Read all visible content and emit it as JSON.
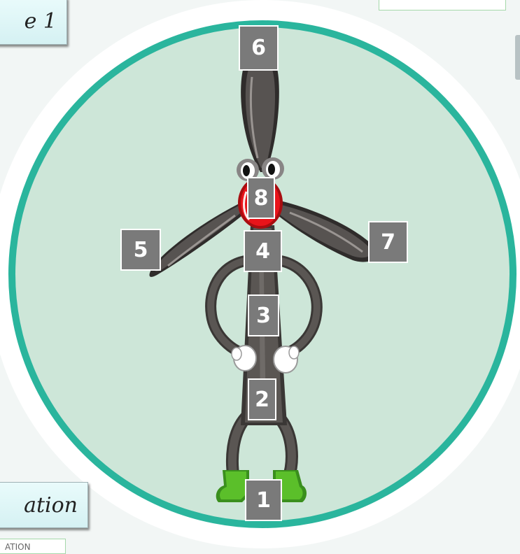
{
  "stage_buttons": {
    "top_left_label": "e 1",
    "bottom_left_label": "ation"
  },
  "bottom_frame": {
    "text": "ATION"
  },
  "labels": [
    {
      "id": "1",
      "text": "1"
    },
    {
      "id": "2",
      "text": "2"
    },
    {
      "id": "3",
      "text": "3"
    },
    {
      "id": "4",
      "text": "4"
    },
    {
      "id": "5",
      "text": "5"
    },
    {
      "id": "6",
      "text": "6"
    },
    {
      "id": "7",
      "text": "7"
    },
    {
      "id": "8",
      "text": "8"
    }
  ],
  "colors": {
    "ring": "#2ab59d",
    "disc": "#cde6d8",
    "halo": "#ffffff",
    "blade": "#575351",
    "nose": "#e8141a",
    "boot": "#5bbf2a",
    "label_bg": "#7a7a7a"
  }
}
